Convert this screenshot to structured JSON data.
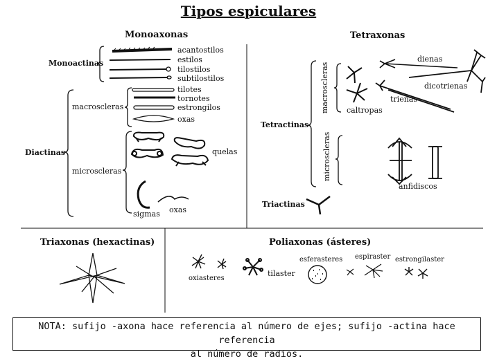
{
  "title": "Tipos espiculares",
  "monoaxonas": {
    "header": "Monoaxonas",
    "monoactinas": "Monoactinas",
    "items": [
      "acantostilos",
      "estilos",
      "tilostilos",
      "subtilostilos"
    ],
    "diactinas": "Diactinas",
    "macroscleras": "macroscleras",
    "macro_items": [
      "tilotes",
      "tornotes",
      "estrongilos",
      "oxas"
    ],
    "microscleras": "microscleras",
    "quelas": "quelas",
    "sigmas": "sigmas",
    "oxas": "oxas"
  },
  "tetraxonas": {
    "header": "Tetraxonas",
    "tetractinas": "Tetractinas",
    "macroscleras": "macroscleras",
    "microscleras": "microscleras",
    "caltropas": "caltropas",
    "dienas": "dienas",
    "dicotrienas": "dicotrienas",
    "trienas": "trienas",
    "anfidiscos": "anfidiscos",
    "triactinas": "Triactinas"
  },
  "triaxonas": {
    "header": "Triaxonas (hexactinas)"
  },
  "poliaxonas": {
    "header": "Poliaxonas  (ásteres)",
    "items": [
      "oxiasteres",
      "tilaster",
      "esferasteres",
      "espiraster",
      "estrongilaster"
    ]
  },
  "note": {
    "line1": "NOTA: sufijo -axona hace referencia al número de ejes; sufijo -actina hace referencia",
    "line2": "al número de radios."
  }
}
